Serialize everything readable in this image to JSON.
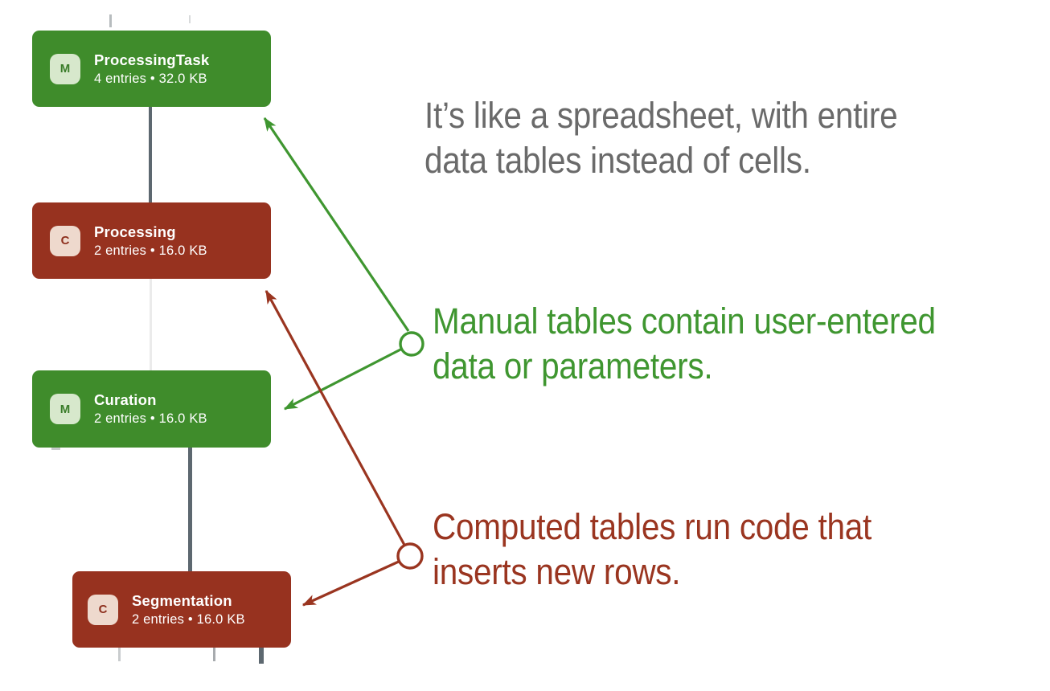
{
  "nodes": [
    {
      "badge": "M",
      "title": "ProcessingTask",
      "meta": "4 entries • 32.0 KB",
      "type": "manual"
    },
    {
      "badge": "C",
      "title": "Processing",
      "meta": "2 entries • 16.0 KB",
      "type": "computed"
    },
    {
      "badge": "M",
      "title": "Curation",
      "meta": "2 entries • 16.0 KB",
      "type": "manual"
    },
    {
      "badge": "C",
      "title": "Segmentation",
      "meta": "2 entries • 16.0 KB",
      "type": "computed"
    }
  ],
  "annotations": {
    "intro": {
      "line1": "It’s like a spreadsheet, with entire",
      "line2": "data tables instead of cells."
    },
    "manual": {
      "line1": "Manual tables contain user-entered",
      "line2": "data or parameters."
    },
    "computed": {
      "line1": "Computed tables run code that",
      "line2": "inserts new rows."
    }
  },
  "colors": {
    "manual_green": "#3f8c2b",
    "computed_red": "#97321f",
    "annotation_green": "#3f9630",
    "annotation_red": "#9a3520",
    "intro_gray": "#6a6a6a",
    "connector_gray": "#5d6870"
  }
}
